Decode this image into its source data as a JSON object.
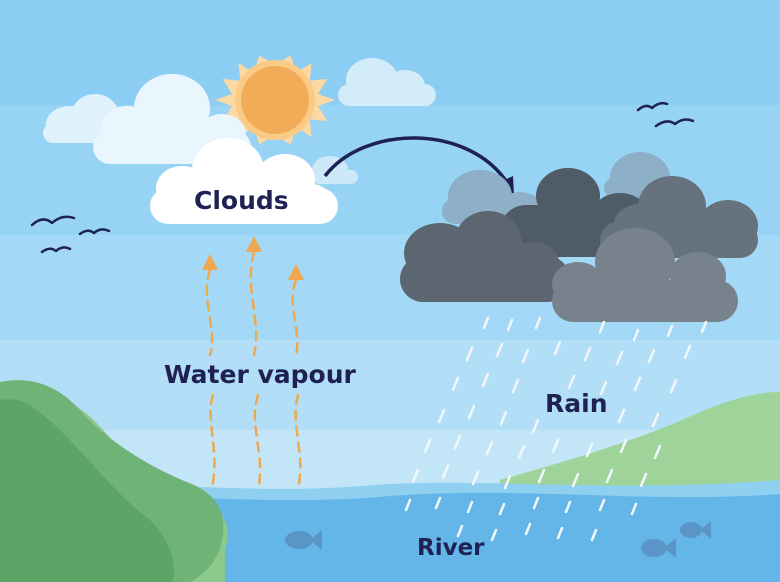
{
  "labels": {
    "clouds": "Clouds",
    "water_vapour": "Water vapour",
    "rain": "Rain",
    "river": "River"
  },
  "colors": {
    "sky_top": "#8fd0f5",
    "sky_bottom": "#c4e8f8",
    "sun": "#f2ac58",
    "sun_rays": "#fbd9a4",
    "vapour_arrows": "#f0a84e",
    "storm_clouds": "#5f6a74",
    "rain": "#f4f7f9",
    "hills": "#6fb476",
    "water": "#64b6e9",
    "text": "#1e2152"
  },
  "icons": [
    "sun-icon",
    "bird-icon",
    "fish-icon",
    "cloud-icon",
    "curved-arrow-icon"
  ]
}
